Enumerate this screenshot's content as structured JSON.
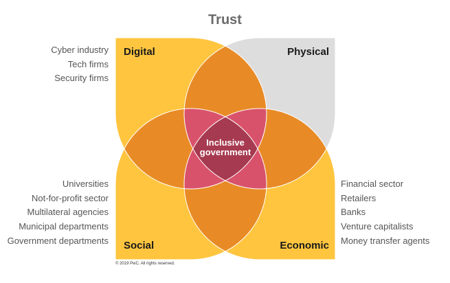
{
  "title": "Trust",
  "quadrants": {
    "digital": "Digital",
    "physical": "Physical",
    "social": "Social",
    "economic": "Economic"
  },
  "center": {
    "line1": "Inclusive",
    "line2": "government"
  },
  "lists": {
    "digital": [
      "Cyber industry",
      "Tech firms",
      "Security firms"
    ],
    "social": [
      "Universities",
      "Not-for-profit sector",
      "Multilateral agencies",
      "Municipal departments",
      "Government departments"
    ],
    "economic": [
      "Financial sector",
      "Retailers",
      "Banks",
      "Venture capitalists",
      "Money transfer agents"
    ]
  },
  "footer": "© 2019 PwC. All rights reserved.",
  "colors": {
    "yellow": "#FFC53F",
    "gray": "#DEDDDE",
    "orange": "#E88B26",
    "pink": "#D9526B",
    "center": "#A63A50"
  }
}
